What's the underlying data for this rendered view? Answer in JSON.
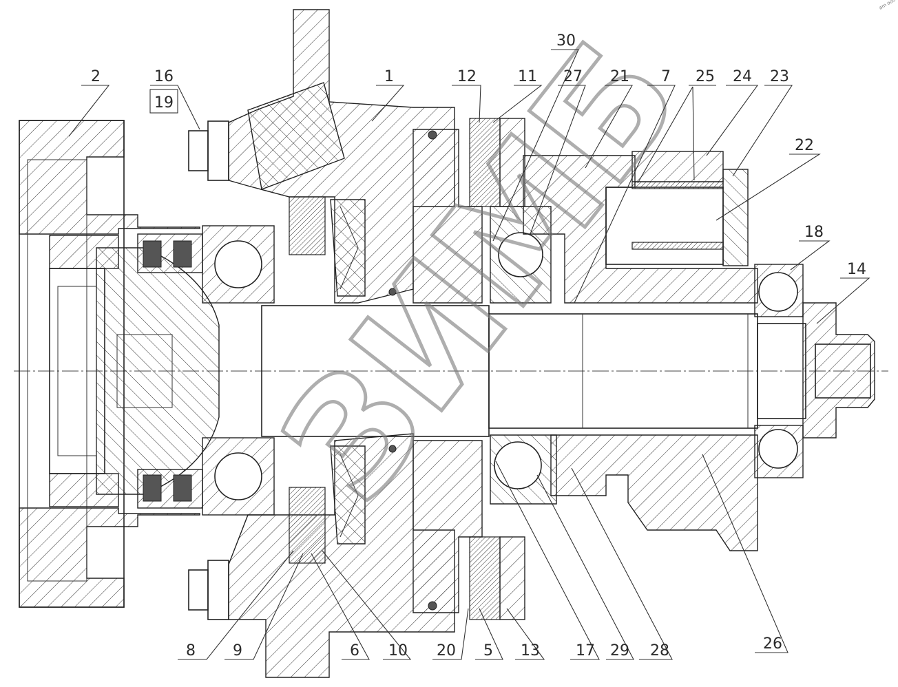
{
  "diagram": {
    "type": "sectional-assembly-drawing",
    "corner_stamp": "am ooo",
    "watermark": "ЗИМБ",
    "callouts_top": [
      {
        "id": "c2",
        "label": "2"
      },
      {
        "id": "c16",
        "label": "16"
      },
      {
        "id": "c19",
        "label": "19"
      },
      {
        "id": "c1",
        "label": "1"
      },
      {
        "id": "c12",
        "label": "12"
      },
      {
        "id": "c11",
        "label": "11"
      },
      {
        "id": "c30",
        "label": "30"
      },
      {
        "id": "c27",
        "label": "27"
      },
      {
        "id": "c21",
        "label": "21"
      },
      {
        "id": "c7",
        "label": "7"
      },
      {
        "id": "c25",
        "label": "25"
      },
      {
        "id": "c24",
        "label": "24"
      },
      {
        "id": "c23",
        "label": "23"
      },
      {
        "id": "c22",
        "label": "22"
      },
      {
        "id": "c18",
        "label": "18"
      },
      {
        "id": "c14",
        "label": "14"
      }
    ],
    "callouts_bottom": [
      {
        "id": "c8",
        "label": "8"
      },
      {
        "id": "c9",
        "label": "9"
      },
      {
        "id": "c6",
        "label": "6"
      },
      {
        "id": "c10",
        "label": "10"
      },
      {
        "id": "c20",
        "label": "20"
      },
      {
        "id": "c5",
        "label": "5"
      },
      {
        "id": "c13",
        "label": "13"
      },
      {
        "id": "c17",
        "label": "17"
      },
      {
        "id": "c29",
        "label": "29"
      },
      {
        "id": "c28",
        "label": "28"
      },
      {
        "id": "c26",
        "label": "26"
      }
    ]
  }
}
